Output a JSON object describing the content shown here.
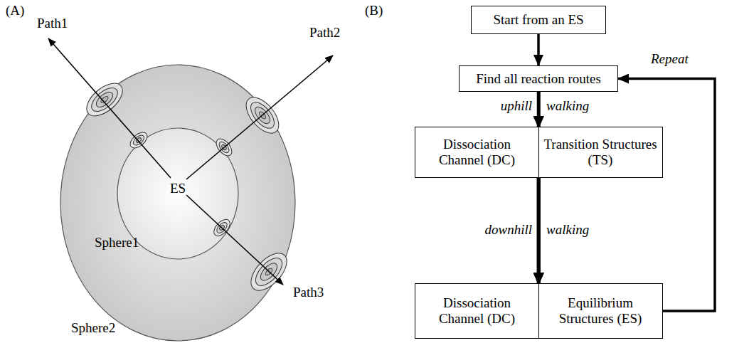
{
  "diagram": {
    "nodes": [
      {
        "text": [
          "Start from an ES"
        ]
      },
      {
        "text": [
          "Find all reaction routes"
        ]
      },
      {
        "text": [
          "Dissociation Channel (DC)"
        ]
      },
      {
        "text": [
          "Transition Structures (TS)"
        ]
      },
      {
        "text": [
          "Dissociation Channel (DC)"
        ]
      },
      {
        "text": [
          "Equilibrium Structures (ES)"
        ]
      }
    ],
    "edges": [
      {
        "from": 0,
        "to": 1,
        "arrow": "to"
      },
      {
        "from": 1,
        "to": 2,
        "arrow": "to",
        "label": "uphill"
      },
      {
        "from": 1,
        "to": 3,
        "arrow": "to",
        "label": "walking"
      },
      {
        "from": 2,
        "to": 4,
        "arrow": "to",
        "label": "downhill"
      },
      {
        "from": 2,
        "to": 5,
        "arrow": "to"
      },
      {
        "from": 3,
        "to": 4,
        "arrow": "to"
      },
      {
        "from": 3,
        "to": 5,
        "arrow": "to",
        "label": "walking"
      },
      {
        "from": 5,
        "to": 1,
        "arrow": "to",
        "label": "Repeat"
      }
    ],
    "labels": [
      "(A)",
      "Path1",
      "Path2",
      "ES",
      "Sphere1",
      "Path3",
      "Sphere2",
      "(B)"
    ]
  }
}
